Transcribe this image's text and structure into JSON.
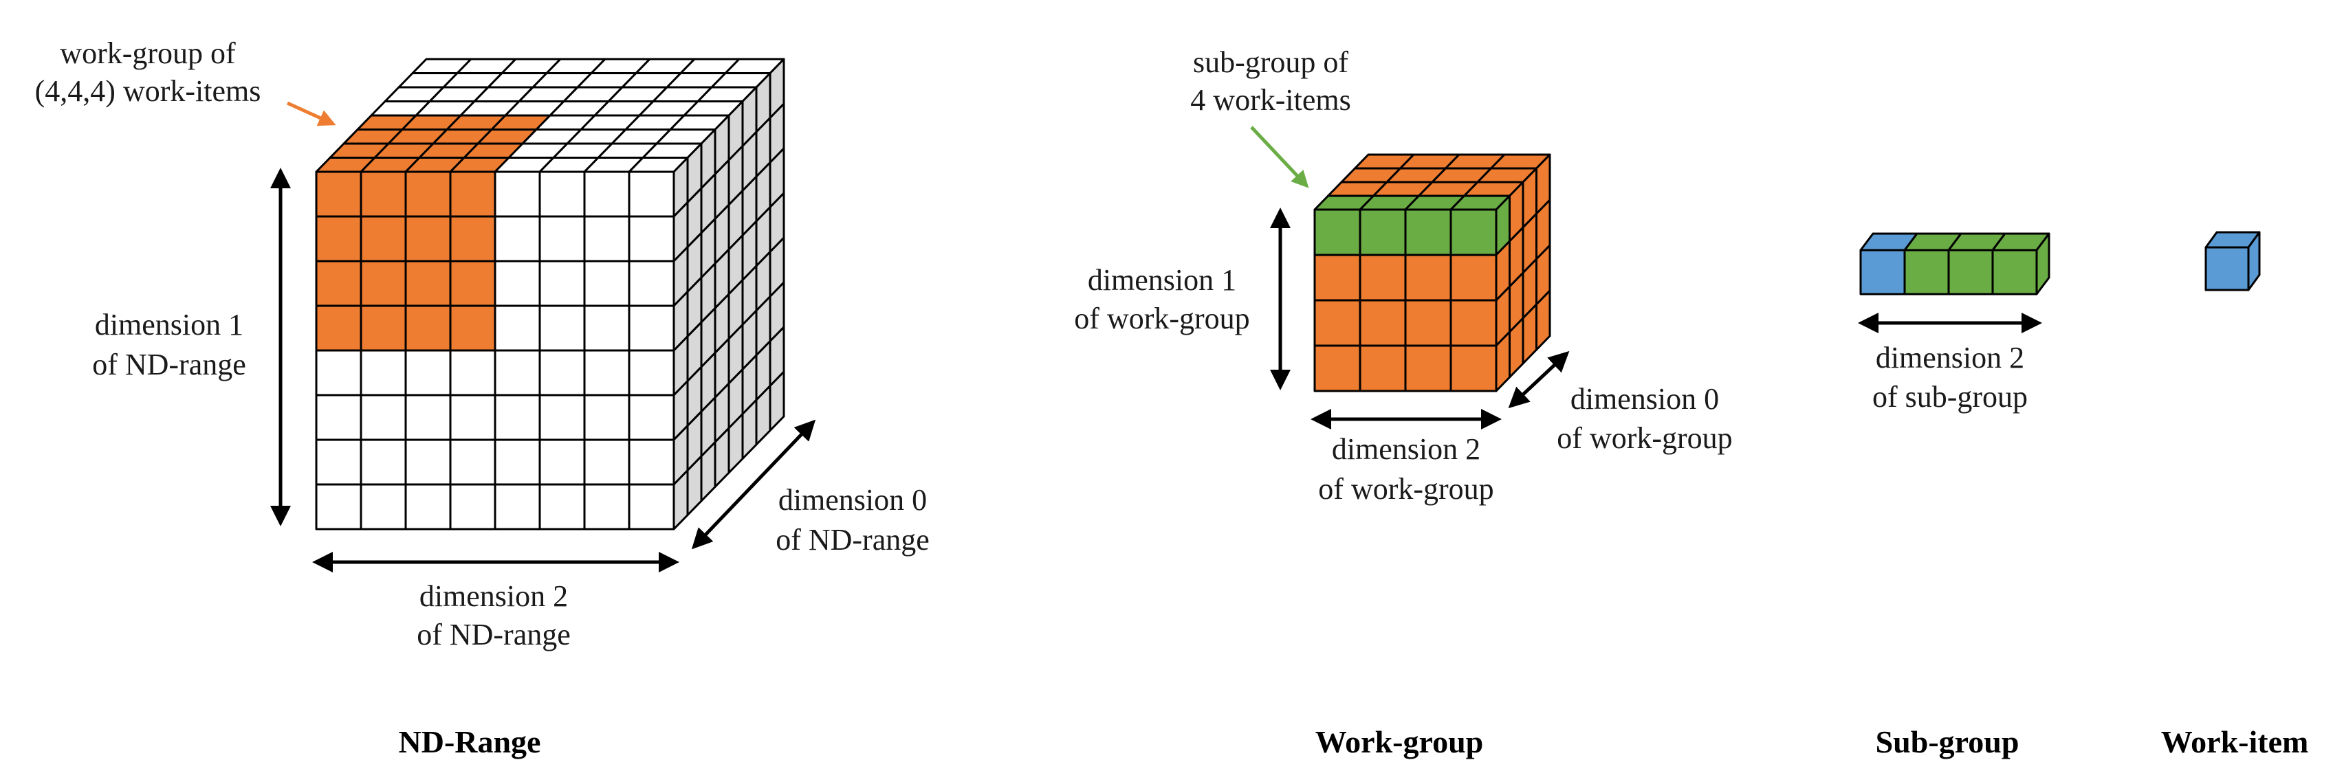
{
  "colors": {
    "orange": "#ee7d31",
    "green": "#6aad45",
    "blue": "#5b9bd5",
    "cell_white": "#ffffff",
    "cell_grey": "#d8d8d8",
    "line": "#000000",
    "orange_arrow": "#ee7d31",
    "green_arrow": "#6aad45"
  },
  "nd_range": {
    "caption": "ND-Range",
    "grid_size": [
      8,
      8,
      8
    ],
    "work_group_callout_line1": "work-group of",
    "work_group_callout_line2": "(4,4,4) work-items",
    "dim1_line1": "dimension 1",
    "dim1_line2": "of ND-range",
    "dim2_line1": "dimension 2",
    "dim2_line2": "of ND-range",
    "dim0_line1": "dimension 0",
    "dim0_line2": "of ND-range"
  },
  "work_group": {
    "caption": "Work-group",
    "grid_size": [
      4,
      4,
      4
    ],
    "sub_group_callout_line1": "sub-group of",
    "sub_group_callout_line2": "4 work-items",
    "dim1_line1": "dimension 1",
    "dim1_line2": "of work-group",
    "dim2_line1": "dimension 2",
    "dim2_line2": "of work-group",
    "dim0_line1": "dimension 0",
    "dim0_line2": "of work-group"
  },
  "sub_group": {
    "caption": "Sub-group",
    "items": 4,
    "dim_line1": "dimension 2",
    "dim_line2": "of sub-group"
  },
  "work_item": {
    "caption": "Work-item"
  }
}
